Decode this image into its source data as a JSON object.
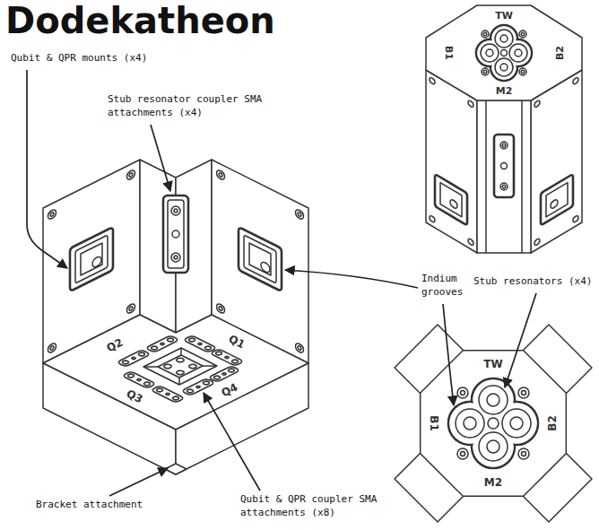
{
  "diagram": {
    "title": "Dodekatheon",
    "labels": [
      "Qubit & QPR mounts (x4)",
      "Stub resonator coupler SMA attachments (x4)",
      "TW",
      "B1",
      "B2",
      "M2",
      "Q2",
      "Q1",
      "Indium grooves",
      "Stub resonators (x4)",
      "TW",
      "B1",
      "B2",
      "M2",
      "Q3",
      "Q4",
      "Bracket attachment",
      "Qubit & QPR coupler SMA attachments (x8)"
    ]
  }
}
